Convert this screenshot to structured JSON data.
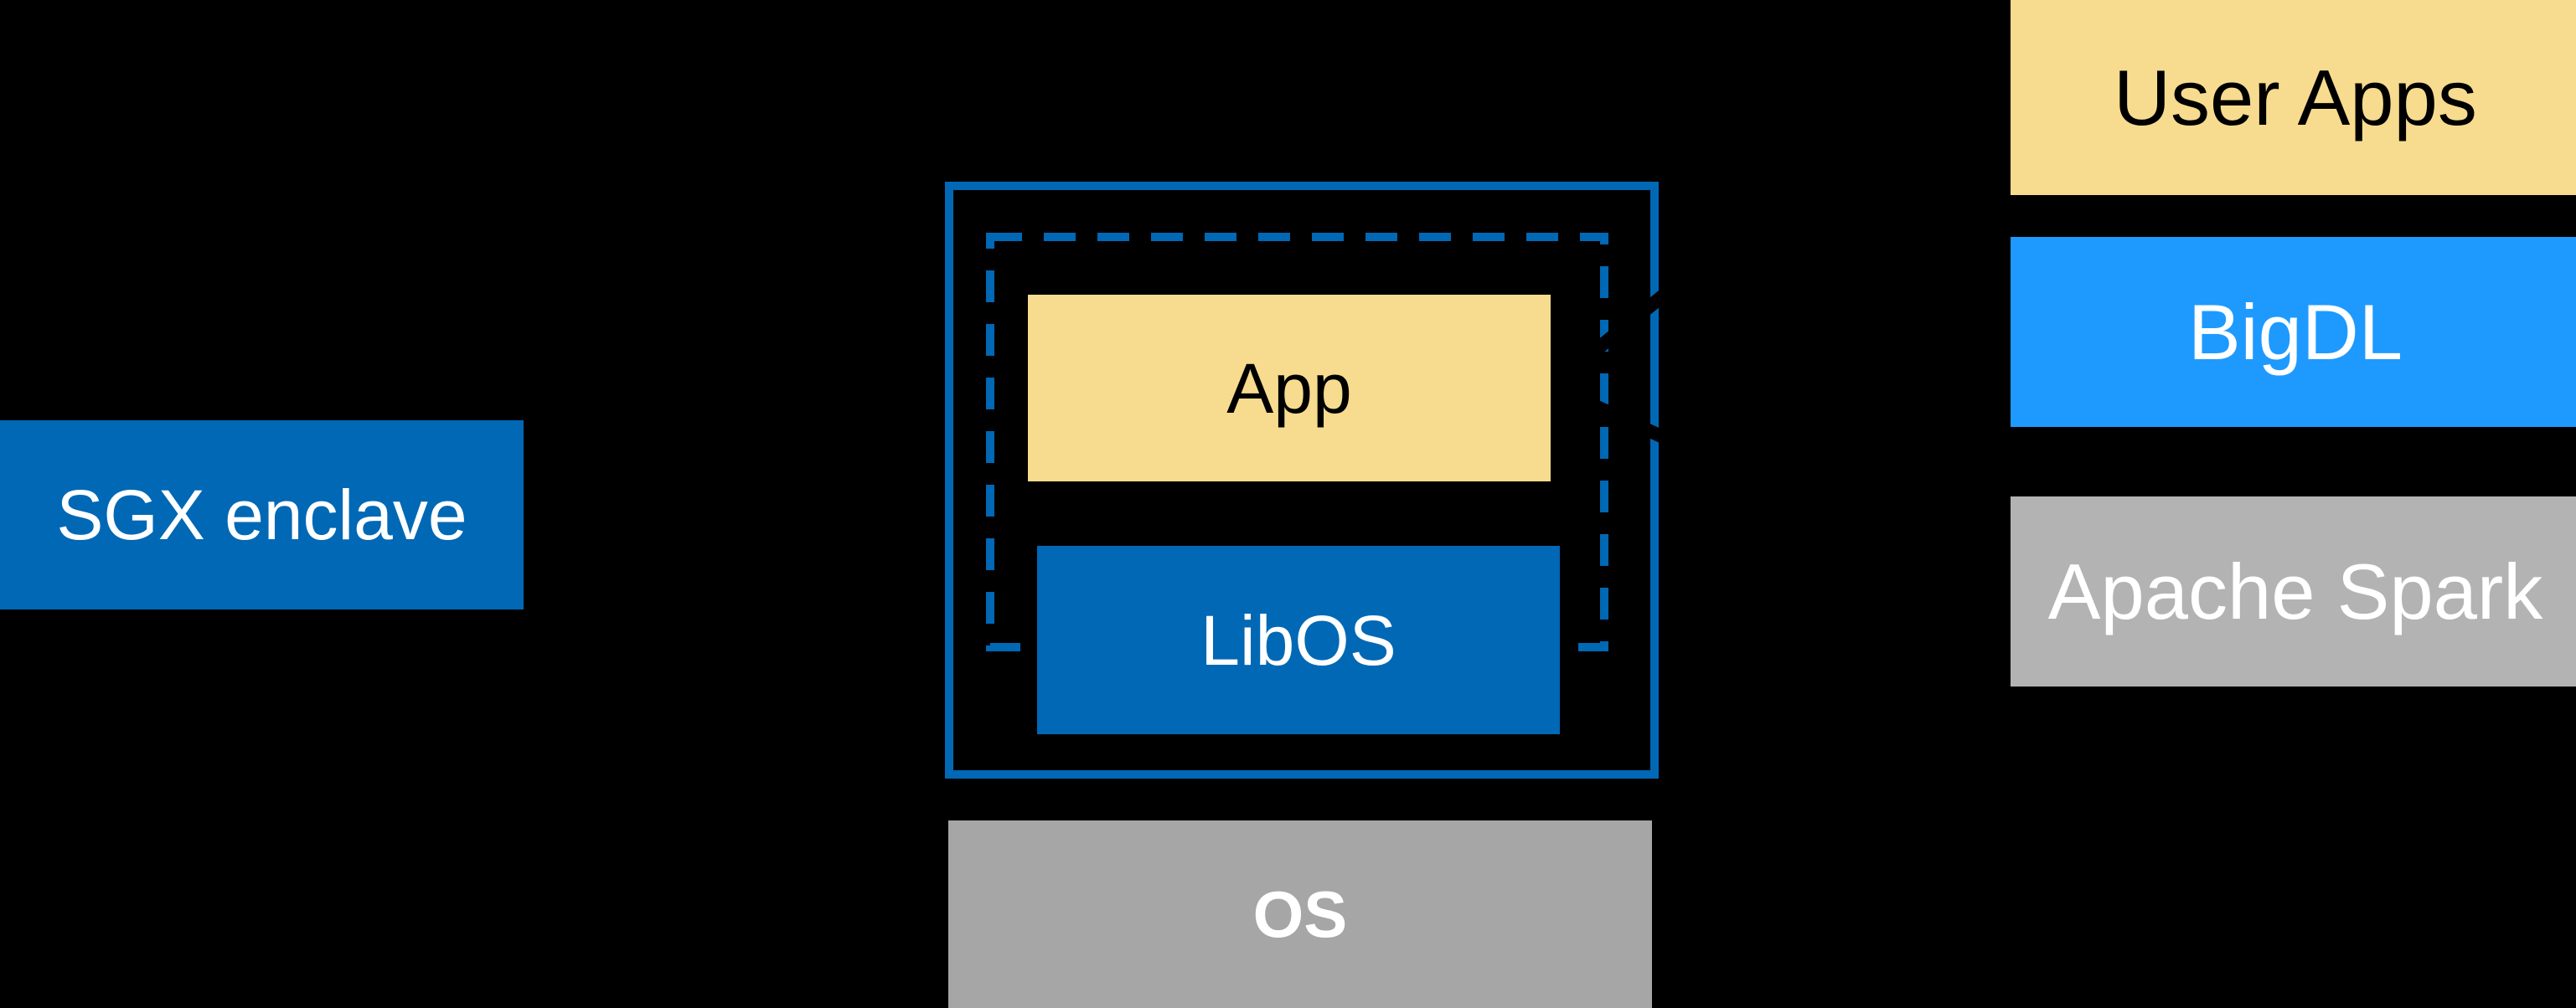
{
  "diagram": {
    "background_color": "#000000",
    "accent_blue": "#0068B5",
    "sgx_enclave": {
      "label": "SGX enclave",
      "fill": "#0068B5",
      "text_color": "#FFFFFF"
    },
    "enclave_runtime": {
      "outer_border_color": "#0068B5",
      "dashed_boundary_color": "#0068B5",
      "app": {
        "label": "App",
        "fill": "#F7DC8F",
        "text_color": "#000000"
      },
      "libos": {
        "label": "LibOS",
        "fill": "#0068B5",
        "text_color": "#FFFFFF"
      }
    },
    "os": {
      "label": "OS",
      "fill": "#A6A6A6",
      "text_color": "#FFFFFF"
    },
    "software_stack": [
      {
        "label": "User Apps",
        "fill": "#F7DC8F",
        "text_color": "#000000"
      },
      {
        "label": "BigDL",
        "fill": "#1E9AFF",
        "text_color": "#FFFFFF"
      },
      {
        "label": "Apache Spark",
        "fill": "#B3B3B3",
        "text_color": "#FFFFFF"
      }
    ]
  }
}
